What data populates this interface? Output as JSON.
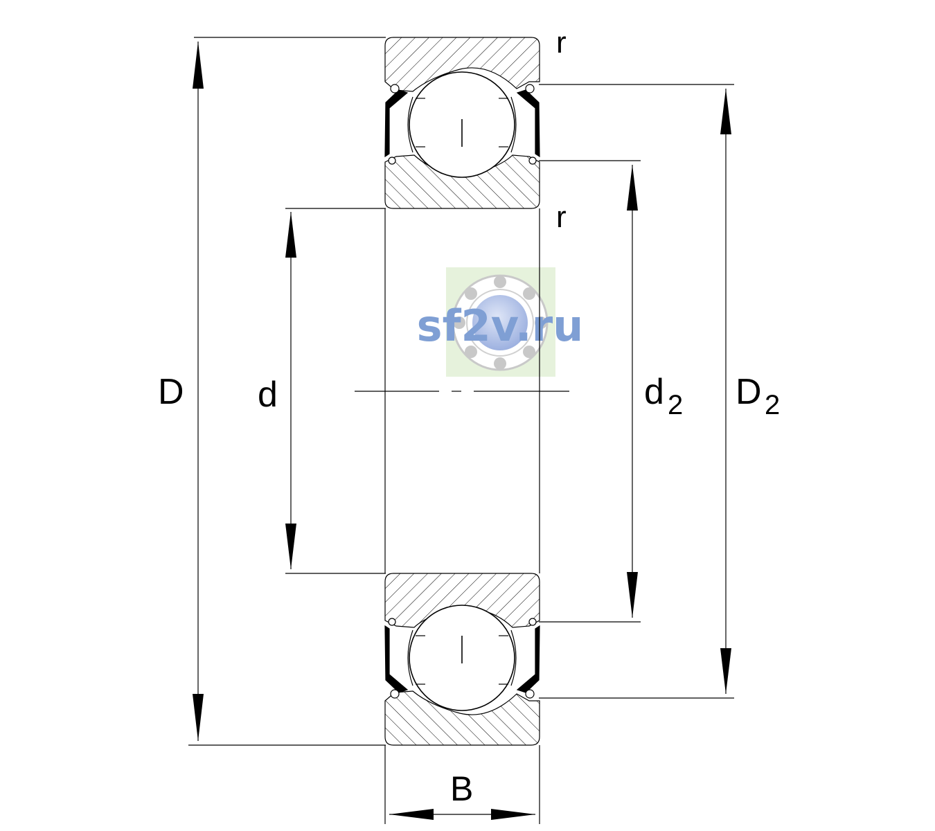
{
  "drawing": {
    "labels": {
      "outer_diameter": "D",
      "bore_diameter": "d",
      "inner_ring_shoulder": "d",
      "inner_ring_shoulder_sub": "2",
      "outer_ring_shoulder": "D",
      "outer_ring_shoulder_sub": "2",
      "width": "B",
      "radius_top": "r",
      "radius_inner": "r"
    },
    "watermark": {
      "text": "sf2v.ru",
      "color": "#7f9fd4"
    },
    "line_color": "#000000"
  }
}
